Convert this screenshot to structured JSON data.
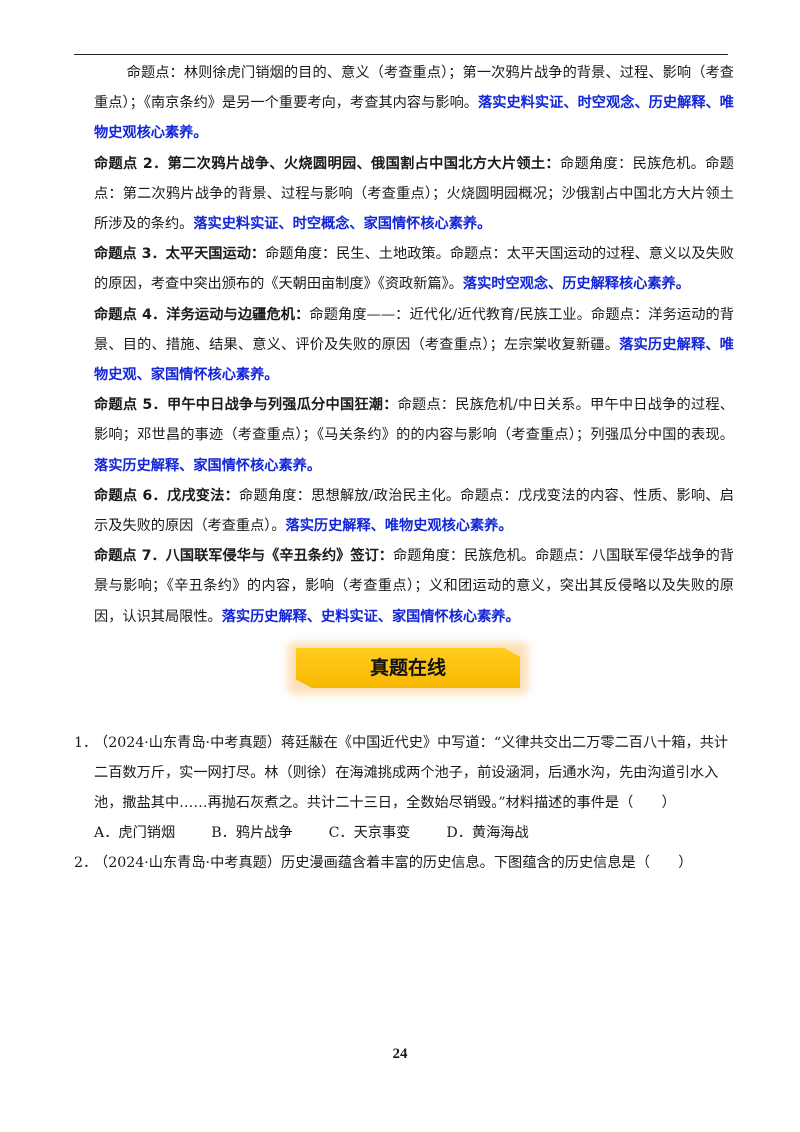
{
  "points": [
    {
      "indent": true,
      "parts": [
        {
          "style": "normal",
          "text": "命题点：林则徐虎门销烟的目的、意义（考查重点）；第一次鸦片战争的背景、过程、影响（考查重点）；《南京条约》是另一个重要考向，考查其内容与影响。"
        },
        {
          "style": "blue",
          "text": "落实史料实证、时空观念、历史解释、唯物史观核心素养。"
        }
      ]
    },
    {
      "indent": false,
      "parts": [
        {
          "style": "bold",
          "text": "命题点 2．第二次鸦片战争、火烧圆明园、俄国割占中国北方大片领土："
        },
        {
          "style": "normal",
          "text": "命题角度：民族危机。命题点：第二次鸦片战争的背景、过程与影响（考查重点）；火烧圆明园概况；沙俄割占中国北方大片领土所涉及的条约。"
        },
        {
          "style": "blue",
          "text": "落实史料实证、时空概念、家国情怀核心素养。"
        }
      ]
    },
    {
      "indent": false,
      "parts": [
        {
          "style": "bold",
          "text": "命题点 3．太平天国运动："
        },
        {
          "style": "normal",
          "text": "命题角度：民生、土地政策。命题点：太平天国运动的过程、意义以及失败的原因，考查中突出颁布的《天朝田亩制度》《资政新篇》。"
        },
        {
          "style": "blue",
          "text": "落实时空观念、历史解释核心素养。"
        }
      ]
    },
    {
      "indent": false,
      "parts": [
        {
          "style": "bold",
          "text": "命题点 4．洋务运动与边疆危机："
        },
        {
          "style": "normal",
          "text": "命题角度——：近代化/近代教育/民族工业。命题点：洋务运动的背景、目的、措施、结果、意义、评价及失败的原因（考查重点）；左宗棠收复新疆。"
        },
        {
          "style": "blue",
          "text": "落实历史解释、唯物史观、家国情怀核心素养。"
        }
      ]
    },
    {
      "indent": false,
      "parts": [
        {
          "style": "bold",
          "text": "命题点 5．甲午中日战争与列强瓜分中国狂潮："
        },
        {
          "style": "normal",
          "text": "命题点：民族危机/中日关系。甲午中日战争的过程、影响；邓世昌的事迹（考查重点）；《马关条约》的的内容与影响（考查重点）；列强瓜分中国的表现。"
        },
        {
          "style": "blue",
          "text": "落实历史解释、家国情怀核心素养。"
        }
      ]
    },
    {
      "indent": false,
      "parts": [
        {
          "style": "bold",
          "text": "命题点 6．戊戌变法："
        },
        {
          "style": "normal",
          "text": "命题角度：思想解放/政治民主化。命题点：戊戌变法的内容、性质、影响、启示及失败的原因（考查重点）。"
        },
        {
          "style": "blue",
          "text": "落实历史解释、唯物史观核心素养。"
        }
      ]
    },
    {
      "indent": false,
      "parts": [
        {
          "style": "bold",
          "text": "命题点 7．八国联军侵华与《辛丑条约》签订："
        },
        {
          "style": "normal",
          "text": "命题角度：民族危机。命题点：八国联军侵华战争的背景与影响；《辛丑条约》的内容，影响（考查重点）；义和团运动的意义，突出其反侵略以及失败的原因，认识其局限性。"
        },
        {
          "style": "blue",
          "text": "落实历史解释、史料实证、家国情怀核心素养。"
        }
      ]
    }
  ],
  "banner_title": "真题在线",
  "questions": [
    {
      "num": "1．",
      "text": "（2024·山东青岛·中考真题）蒋廷黻在《中国近代史》中写道：“义律共交出二万零二百八十箱，共计二百数万斤，实一网打尽。林（则徐）在海滩挑成两个池子，前设涵洞，后通水沟，先由沟道引水入池，撒盐其中……再抛石灰煮之。共计二十三日，全数始尽销毁。”材料描述的事件是（　　）",
      "options": [
        "A．虎门销烟",
        "B．鸦片战争",
        "C．天京事变",
        "D．黄海海战"
      ]
    },
    {
      "num": "2．",
      "text": "（2024·山东青岛·中考真题）历史漫画蕴含着丰富的历史信息。下图蕴含的历史信息是（　　）",
      "options": []
    }
  ],
  "page_number": "24"
}
